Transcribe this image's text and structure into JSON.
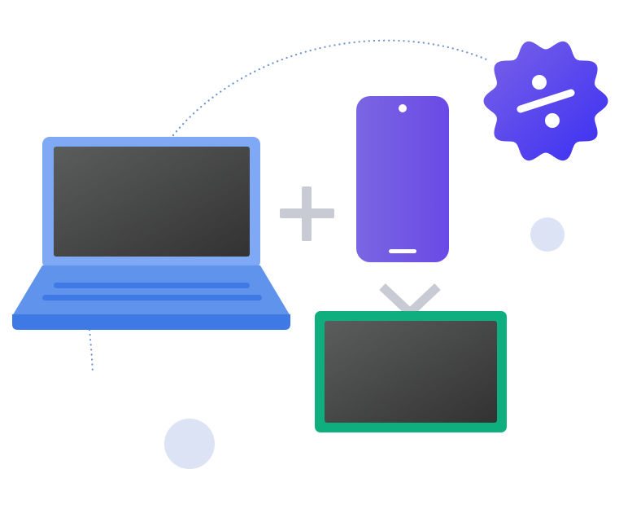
{
  "illustration": {
    "devices": [
      "laptop",
      "phone",
      "tv"
    ],
    "badge_icon": "percent-discount-icon",
    "plus_icon": "plus-icon",
    "colors": {
      "laptop_lid": "#7fa9f5",
      "laptop_base": "#5f93ec",
      "laptop_base_edge": "#3f79e6",
      "screen_dark_start": "#5b5d5c",
      "screen_dark_end": "#323232",
      "phone_start": "#7a66e2",
      "phone_end": "#6a4ae6",
      "tv_frame": "#0fae7e",
      "badge_start": "#7b62e8",
      "badge_end": "#3a2ff2",
      "plus_and_antenna": "#c8cbd3",
      "decor_circle": "#dce3f4",
      "dotted_path": "#6f8fcb"
    }
  }
}
